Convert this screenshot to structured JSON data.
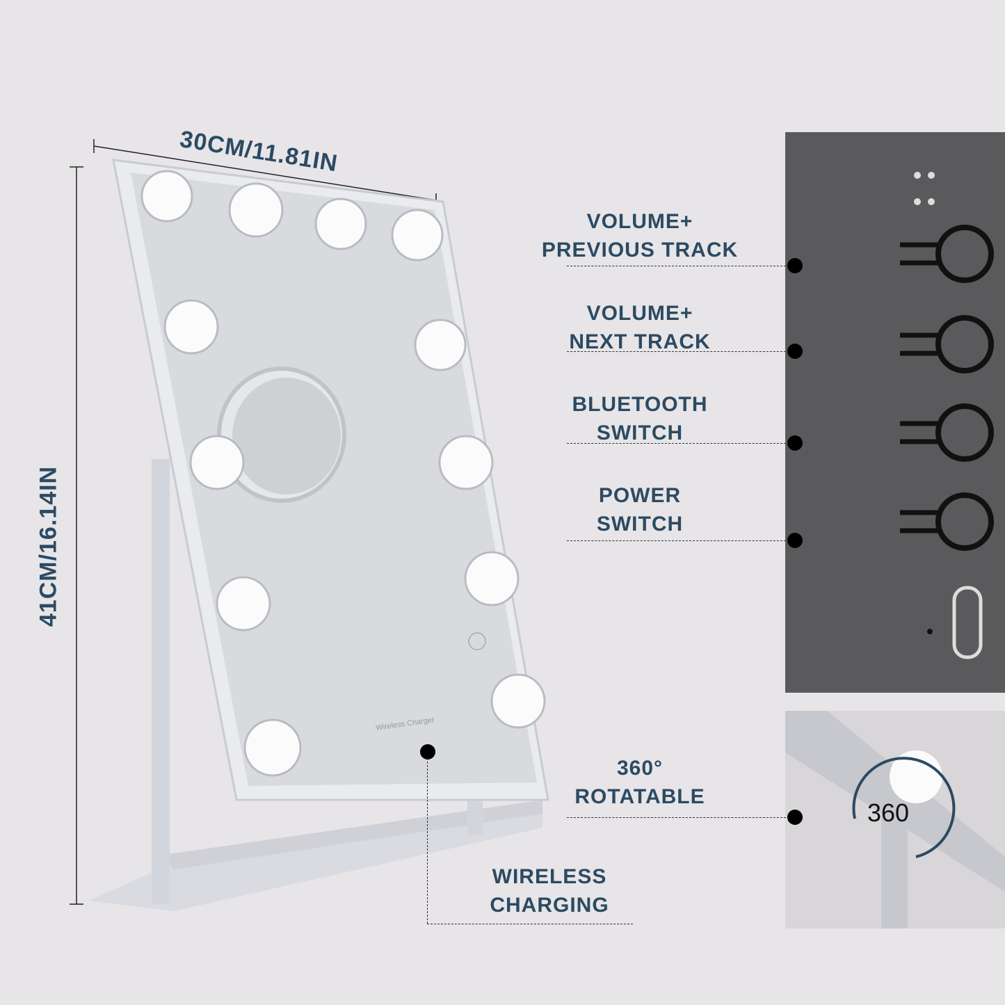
{
  "dimensions": {
    "width": "30CM/11.81IN",
    "height": "41CM/16.14IN"
  },
  "mirror_printed_text": {
    "wireless_charger": "Wireless Charger"
  },
  "callouts": [
    {
      "line1": "VOLUME+",
      "line2": "PREVIOUS TRACK"
    },
    {
      "line1": "VOLUME+",
      "line2": "NEXT TRACK"
    },
    {
      "line1": "BLUETOOTH",
      "line2": "SWITCH"
    },
    {
      "line1": "POWER",
      "line2": "SWITCH"
    },
    {
      "line1": "360°",
      "line2": "ROTATABLE"
    },
    {
      "line1": "WIRELESS",
      "line2": "CHARGING"
    }
  ],
  "rotation_badge": "360",
  "colors": {
    "text": "#2c4a62",
    "background": "#e7e5e7",
    "panel": "#5a5a5c"
  }
}
